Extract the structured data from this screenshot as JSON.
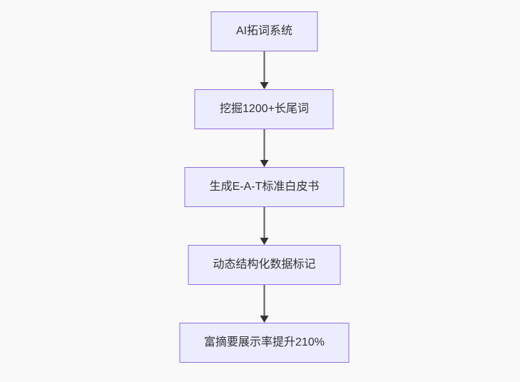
{
  "diagram": {
    "type": "flowchart",
    "direction": "top-down",
    "nodes": [
      {
        "id": "node-1",
        "label": "AI拓词系统"
      },
      {
        "id": "node-2",
        "label": "挖掘1200+长尾词"
      },
      {
        "id": "node-3",
        "label": "生成E-A-T标准白皮书"
      },
      {
        "id": "node-4",
        "label": "动态结构化数据标记"
      },
      {
        "id": "node-5",
        "label": "富摘要展示率提升210%"
      }
    ],
    "edges": [
      {
        "from": "node-1",
        "to": "node-2",
        "style": "arrow-down"
      },
      {
        "from": "node-2",
        "to": "node-3",
        "style": "arrow-down"
      },
      {
        "from": "node-3",
        "to": "node-4",
        "style": "arrow-down"
      },
      {
        "from": "node-4",
        "to": "node-5",
        "style": "arrow-down"
      }
    ],
    "colors": {
      "node_fill": "#ececff",
      "node_border": "#9370db",
      "node_text": "#333333",
      "arrow_shaft": "#5c5c5c",
      "arrow_head": "#333333",
      "background": "#f9f9f9"
    }
  }
}
